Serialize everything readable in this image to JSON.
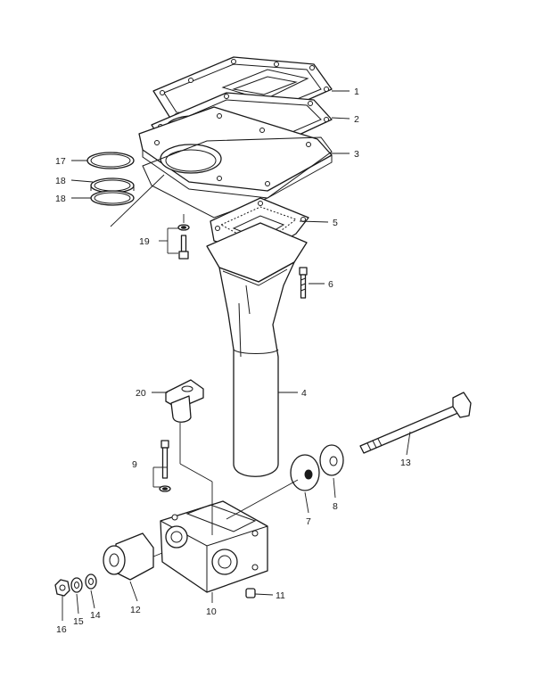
{
  "diagram": {
    "callouts": [
      {
        "id": "c1",
        "text": "1"
      },
      {
        "id": "c2",
        "text": "2"
      },
      {
        "id": "c3",
        "text": "3"
      },
      {
        "id": "c4",
        "text": "4"
      },
      {
        "id": "c5",
        "text": "5"
      },
      {
        "id": "c6",
        "text": "6"
      },
      {
        "id": "c7",
        "text": "7"
      },
      {
        "id": "c8",
        "text": "8"
      },
      {
        "id": "c9",
        "text": "9"
      },
      {
        "id": "c10",
        "text": "10"
      },
      {
        "id": "c11",
        "text": "11"
      },
      {
        "id": "c12",
        "text": "12"
      },
      {
        "id": "c13",
        "text": "13"
      },
      {
        "id": "c14",
        "text": "14"
      },
      {
        "id": "c15",
        "text": "15"
      },
      {
        "id": "c16",
        "text": "16"
      },
      {
        "id": "c17",
        "text": "17"
      },
      {
        "id": "c18a",
        "text": "18"
      },
      {
        "id": "c18b",
        "text": "18"
      },
      {
        "id": "c19",
        "text": "19"
      },
      {
        "id": "c20",
        "text": "20"
      }
    ]
  }
}
